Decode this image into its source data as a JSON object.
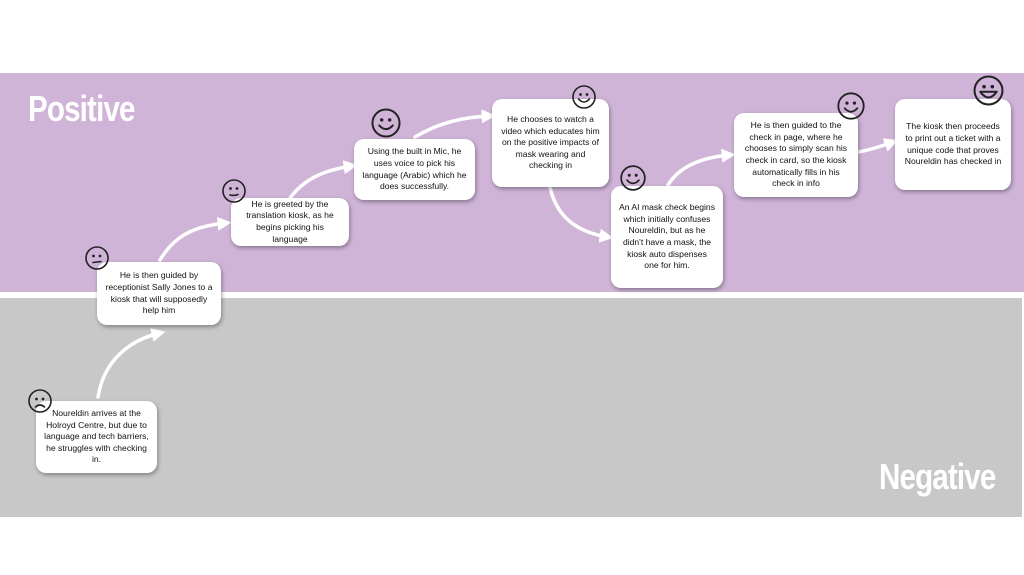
{
  "bands": {
    "positive_label": "Positive",
    "negative_label": "Negative",
    "positive_color": "#cfb4d8",
    "negative_color": "#c8c8c8"
  },
  "steps": [
    {
      "text": "Noureldin arrives at the Holroyd Centre, but due to language and tech barriers, he struggles with checking in.",
      "emotion": "sad-face-icon"
    },
    {
      "text": "He is then guided by receptionist Sally Jones to a kiosk that will supposedly help him",
      "emotion": "neutral-face-icon"
    },
    {
      "text": "He is greeted by the translation kiosk, as he begins picking his language",
      "emotion": "neutral-face-icon"
    },
    {
      "text": "Using the built in Mic, he uses voice to pick his language (Arabic) which he does successfully.",
      "emotion": "happy-face-icon"
    },
    {
      "text": "He chooses to watch a video which educates him on the positive impacts of mask wearing and checking in",
      "emotion": "happy-face-icon"
    },
    {
      "text": "An AI mask check begins which initially confuses Noureldin, but as he didn't have a mask, the kiosk auto dispenses one for him.",
      "emotion": "happy-face-icon"
    },
    {
      "text": "He is then guided to the check in page, where he chooses to simply scan his check in card, so the kiosk automatically fills in his check in info",
      "emotion": "happy-face-icon"
    },
    {
      "text": "The kiosk then proceeds to print out a ticket with a unique code that proves Noureldin has checked in",
      "emotion": "very-happy-face-icon"
    }
  ]
}
